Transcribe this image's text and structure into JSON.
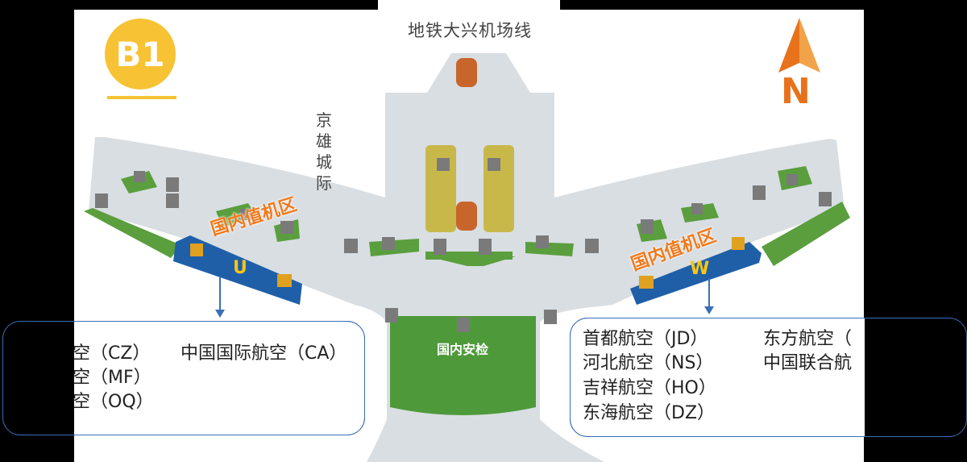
{
  "floor": {
    "label": "B1",
    "color": "#f7c233"
  },
  "north_indicator": {
    "letter": "N",
    "icon": "north-arrow-icon",
    "color": "#e8721c"
  },
  "labels": {
    "metro": "地铁大兴机场线",
    "intercity_rail": "京雄城际",
    "checkin_left": "国内值机区",
    "checkin_right": "国内值机区",
    "zone_left": "U",
    "zone_right": "W",
    "security": "国内安检"
  },
  "airlines_left": {
    "row1_col1": "空（CZ）",
    "row1_col2": "中国国际航空（CA）",
    "row2_col1": "空（MF）",
    "row3_col1": "空（OQ）"
  },
  "airlines_right": {
    "row1_col1": "首都航空（JD）",
    "row1_col2": "东方航空（",
    "row2_col1": "河北航空（NS）",
    "row2_col2": "中国联合航",
    "row3_col1": "吉祥航空（HO）",
    "row4_col1": "东海航空（DZ）"
  },
  "icons": [
    "escalator-icon",
    "elevator-icon",
    "restroom-icon",
    "info-icon",
    "luggage-icon",
    "baby-care-icon",
    "north-arrow-icon"
  ],
  "colors": {
    "terminal_floor": "#d9dee2",
    "pier": "#c9ced3",
    "checkin_counter_blue": "#1f5fa8",
    "green_zone": "#5a9e3e",
    "security_green": "#4e9a3a",
    "stair_orange": "#c8652a",
    "yellow_block": "#c8b84a",
    "accent_orange": "#f07a1c",
    "box_border": "#3a6fb8"
  }
}
